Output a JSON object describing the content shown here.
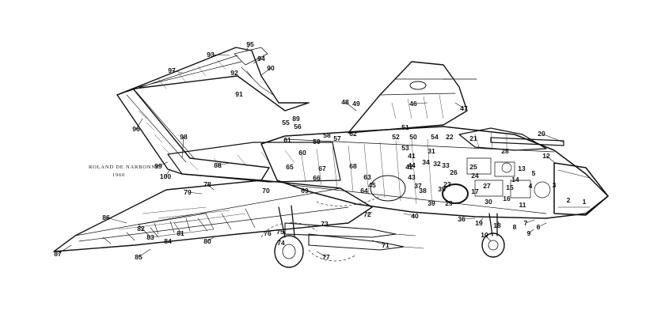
{
  "signature": {
    "line1": "ROLAND DE NARBONNE",
    "line2": "1960"
  },
  "callouts": [
    "1",
    "2",
    "3",
    "4",
    "5",
    "6",
    "7",
    "8",
    "9",
    "10",
    "11",
    "12",
    "13",
    "14",
    "15",
    "16",
    "17",
    "18",
    "19",
    "20",
    "21",
    "22",
    "23",
    "24",
    "25",
    "26",
    "27",
    "28",
    "29",
    "30",
    "31",
    "32",
    "33",
    "34",
    "35",
    "36",
    "37",
    "38",
    "39",
    "40",
    "41",
    "42",
    "43",
    "44",
    "45",
    "46",
    "47",
    "48",
    "49",
    "50",
    "51",
    "52",
    "53",
    "54",
    "55",
    "56",
    "57",
    "58",
    "59",
    "60",
    "61",
    "62",
    "63",
    "64",
    "65",
    "66",
    "67",
    "68",
    "69",
    "70",
    "71",
    "72",
    "73",
    "74",
    "75",
    "76",
    "77",
    "78",
    "79",
    "80",
    "81",
    "82",
    "83",
    "84",
    "85",
    "86",
    "87",
    "88",
    "89",
    "90",
    "91",
    "92",
    "93",
    "94",
    "95",
    "96",
    "97",
    "98",
    "99",
    "100"
  ],
  "colors": {
    "ink": "#111111",
    "paper": "#ffffff",
    "shade": "#333333"
  }
}
